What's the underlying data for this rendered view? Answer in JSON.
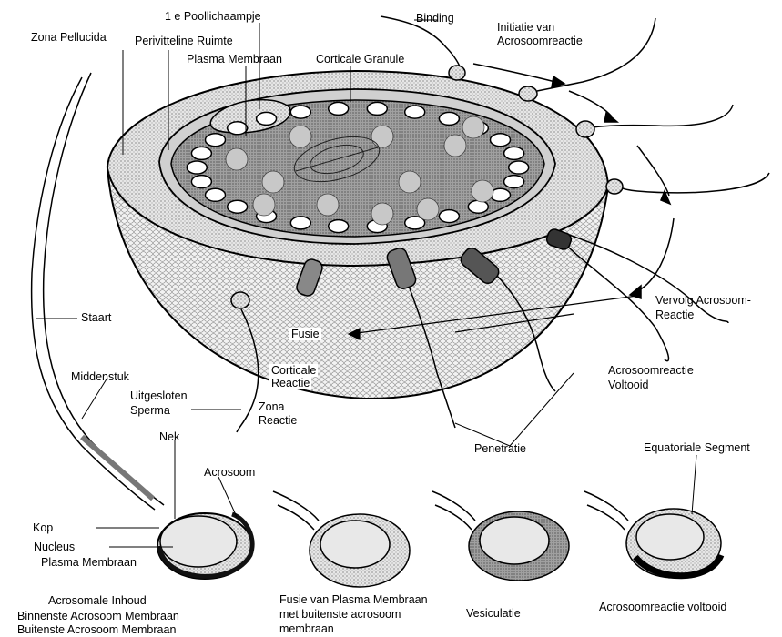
{
  "labels": {
    "zona_pellucida": "Zona Pellucida",
    "poollichaampje": "1 e Poollichaampje",
    "perivitteline": "Perivitteline Ruimte",
    "plasma_membraan_top": "Plasma Membraan",
    "corticale_granule": "Corticale Granule",
    "binding": "Binding",
    "initiatie_1": "Initiatie van",
    "initiatie_2": "Acrosoomreactie",
    "staart": "Staart",
    "middenstuk": "Middenstuk",
    "uitgesloten_1": "Uitgesloten",
    "uitgesloten_2": "Sperma",
    "fusie": "Fusie",
    "corticale_reactie_1": "Corticale",
    "corticale_reactie_2": "Reactie",
    "zona_reactie_1": "Zona",
    "zona_reactie_2": "Reactie",
    "vervolg_1": "Vervolg Acrosoom-",
    "vervolg_2": "Reactie",
    "voltooid_1": "Acrosoomreactie",
    "voltooid_2": "Voltooid",
    "penetratie": "Penetratie",
    "nek": "Nek",
    "acrosoom": "Acrosoom",
    "kop": "Kop",
    "nucleus": "Nucleus",
    "plasma_membraan_sperm": "Plasma Membraan",
    "acrosomale_inhoud": "Acrosomale Inhoud",
    "binnenste": "Binnenste Acrosoom Membraan",
    "buitenste": "Buitenste  Acrosoom Membraan",
    "fusie_stage_1": "Fusie van Plasma Membraan",
    "fusie_stage_2": "met buitenste acrosoom",
    "fusie_stage_3": "membraan",
    "vesiculatie": "Vesiculatie",
    "voltooid_stage": "Acrosoomreactie voltooid",
    "equatoriale": "Equatoriale Segment"
  },
  "colors": {
    "ink": "#000000",
    "stipple_light": "#d9d9d9",
    "stipple_dark": "#a8a8a8",
    "cytoplasm": "#9a9a9a",
    "granule": "#ffffff"
  }
}
